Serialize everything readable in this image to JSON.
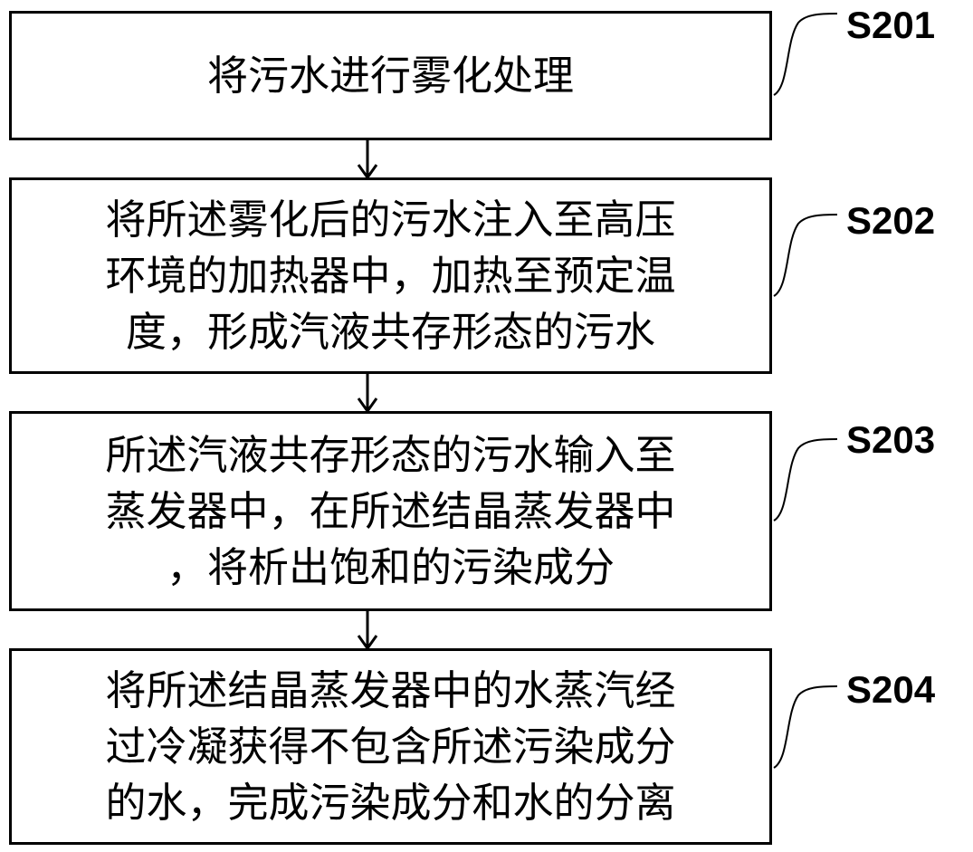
{
  "steps": [
    {
      "id": "S201",
      "lines": [
        "将污水进行雾化处理"
      ]
    },
    {
      "id": "S202",
      "lines": [
        "将所述雾化后的污水注入至高压",
        "环境的加热器中，加热至预定温",
        "度，形成汽液共存形态的污水"
      ]
    },
    {
      "id": "S203",
      "lines": [
        "所述汽液共存形态的污水输入至",
        "蒸发器中，在所述结晶蒸发器中",
        "，将析出饱和的污染成分"
      ]
    },
    {
      "id": "S204",
      "lines": [
        "将所述结晶蒸发器中的水蒸汽经",
        "过冷凝获得不包含所述污染成分",
        "的水，完成污染成分和水的分离"
      ]
    }
  ],
  "colors": {
    "stroke": "#000000",
    "background": "#ffffff"
  }
}
